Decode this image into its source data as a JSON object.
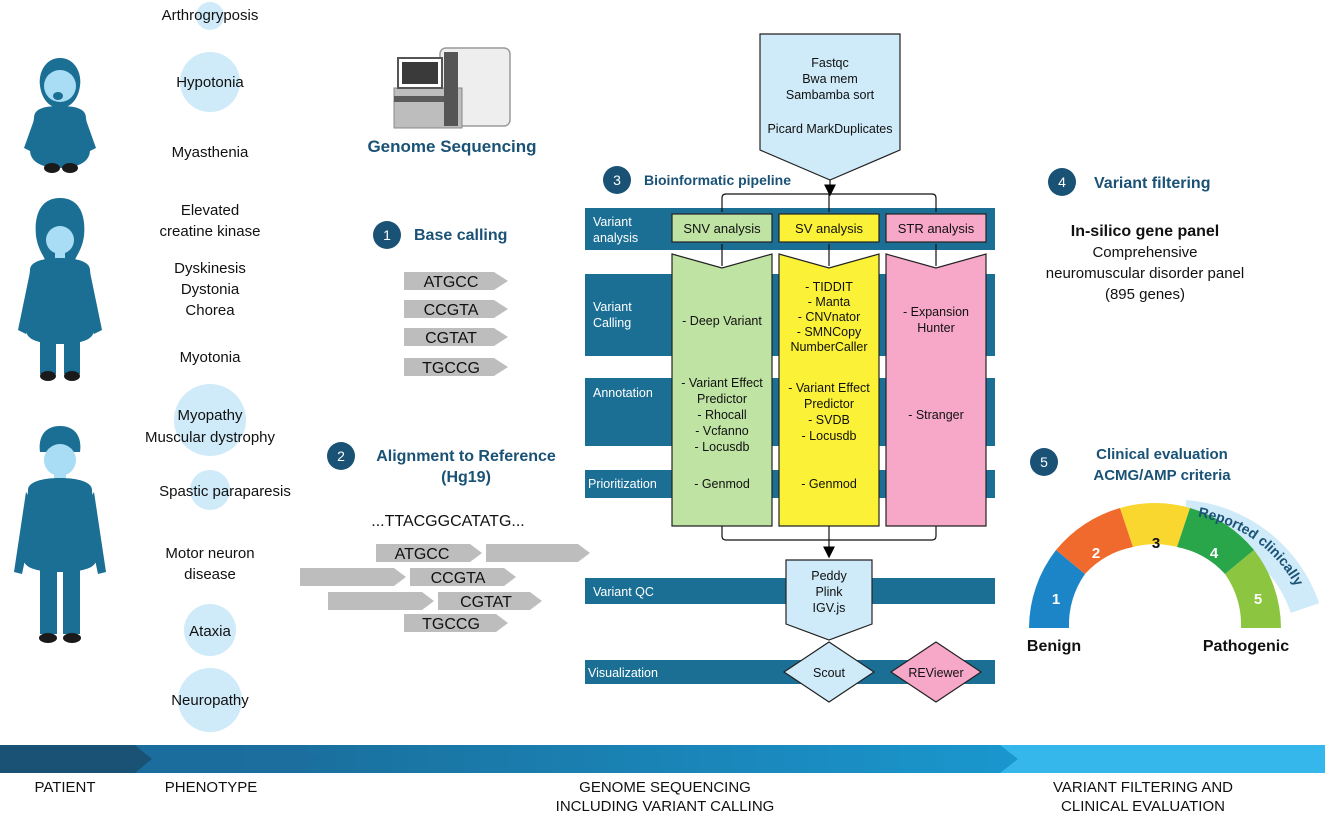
{
  "phenotypes": {
    "arthrogryposis": "Arthrogryposis",
    "hypotonia": "Hypotonia",
    "myasthenia": "Myasthenia",
    "elevated_ck": [
      "Elevated",
      "creatine kinase"
    ],
    "movement": [
      "Dyskinesis",
      "Dystonia",
      "Chorea"
    ],
    "myotonia": "Myotonia",
    "myopathy": [
      "Myopathy",
      "Muscular dystrophy"
    ],
    "spastic": "Spastic paraparesis",
    "mnd": [
      "Motor neuron",
      "disease"
    ],
    "ataxia": "Ataxia",
    "neuropathy": "Neuropathy"
  },
  "sequencing": {
    "title": "Genome Sequencing",
    "step1_num": "1",
    "step1_label": "Base calling",
    "reads": [
      "ATGCC",
      "CCGTA",
      "CGTAT",
      "TGCCG"
    ],
    "step2_num": "2",
    "step2_label": [
      "Alignment to Reference",
      "(Hg19)"
    ],
    "reference": "...TTACGGCATATG...",
    "aligned_reads": [
      "ATGCC",
      "CCGTA",
      "CGTAT",
      "TGCCG"
    ]
  },
  "pipeline": {
    "input_tools": [
      "Fastqc",
      "Bwa mem",
      "Sambamba sort",
      "Picard MarkDuplicates"
    ],
    "step3_num": "3",
    "step3_label": "Bioinformatic pipeline",
    "rows": {
      "variant_analysis": [
        "Variant",
        "analysis"
      ],
      "variant_calling": [
        "Variant",
        "Calling"
      ],
      "annotation": "Annotation",
      "prioritization": "Prioritization",
      "variant_qc": "Variant QC",
      "visualization": "Visualization"
    },
    "snv": {
      "title": "SNV analysis",
      "calling": [
        "- Deep Variant"
      ],
      "annotation": [
        "- Variant Effect",
        "Predictor",
        "- Rhocall",
        "- Vcfanno",
        "- Locusdb"
      ],
      "prioritization": "- Genmod"
    },
    "sv": {
      "title": "SV analysis",
      "calling": [
        "- TIDDIT",
        "- Manta",
        "- CNVnator",
        "- SMNCopy",
        "NumberCaller"
      ],
      "annotation": [
        "- Variant Effect",
        "Predictor",
        "- SVDB",
        "- Locusdb"
      ],
      "prioritization": "- Genmod"
    },
    "str": {
      "title": "STR analysis",
      "calling": [
        "- Expansion",
        "Hunter"
      ],
      "annotation": [
        "- Stranger"
      ]
    },
    "qc_tools": [
      "Peddy",
      "Plink",
      "IGV.js"
    ],
    "viz_tools": [
      "Scout",
      "REViewer"
    ]
  },
  "filtering": {
    "step4_num": "4",
    "step4_label": "Variant filtering",
    "panel_title": "In-silico gene panel",
    "panel_desc": [
      "Comprehensive",
      "neuromuscular disorder panel",
      "(895 genes)"
    ],
    "step5_num": "5",
    "step5_label": [
      "Clinical evaluation",
      "ACMG/AMP criteria"
    ],
    "classes": [
      "1",
      "2",
      "3",
      "4",
      "5"
    ],
    "benign": "Benign",
    "pathogenic": "Pathogenic",
    "reported": "Reported clinically"
  },
  "timeline": {
    "patient": "PATIENT",
    "phenotype": "PHENOTYPE",
    "genome": [
      "GENOME SEQUENCING",
      "INCLUDING VARIANT CALLING"
    ],
    "filtering": [
      "VARIANT FILTERING AND",
      "CLINICAL EVALUATION"
    ]
  },
  "colors": {
    "navy": "#1a5276",
    "teal": "#1b6f95",
    "light_blue": "#cfeaf8",
    "snv": "#bfe3a3",
    "sv": "#fbf237",
    "str": "#f7a8c8",
    "read_grey": "#bdbdbd"
  }
}
